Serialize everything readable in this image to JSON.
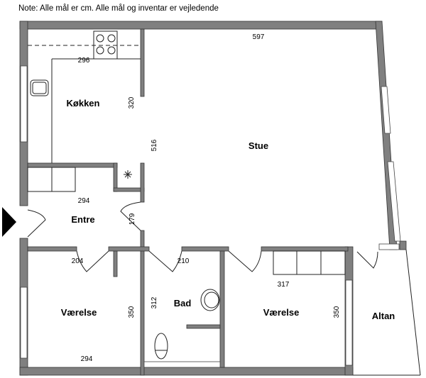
{
  "note": "Note: Alle mål er cm. Alle mål og inventar er vejledende",
  "rooms": {
    "kitchen": "Køkken",
    "living": "Stue",
    "hall": "Entre",
    "bedroom1": "Værelse",
    "bath": "Bad",
    "bedroom2": "Værelse",
    "balcony": "Altan"
  },
  "dimensions": {
    "living_width": "597",
    "kitchen_width": "296",
    "kitchen_depth": "320",
    "living_depth": "516",
    "hall_width": "294",
    "hall_depth": "179",
    "bedroom1_top": "204",
    "bedroom1_depth": "350",
    "bedroom1_width": "294",
    "bath_top": "210",
    "bath_depth": "312",
    "bedroom2_width": "317",
    "bedroom2_depth": "350"
  }
}
